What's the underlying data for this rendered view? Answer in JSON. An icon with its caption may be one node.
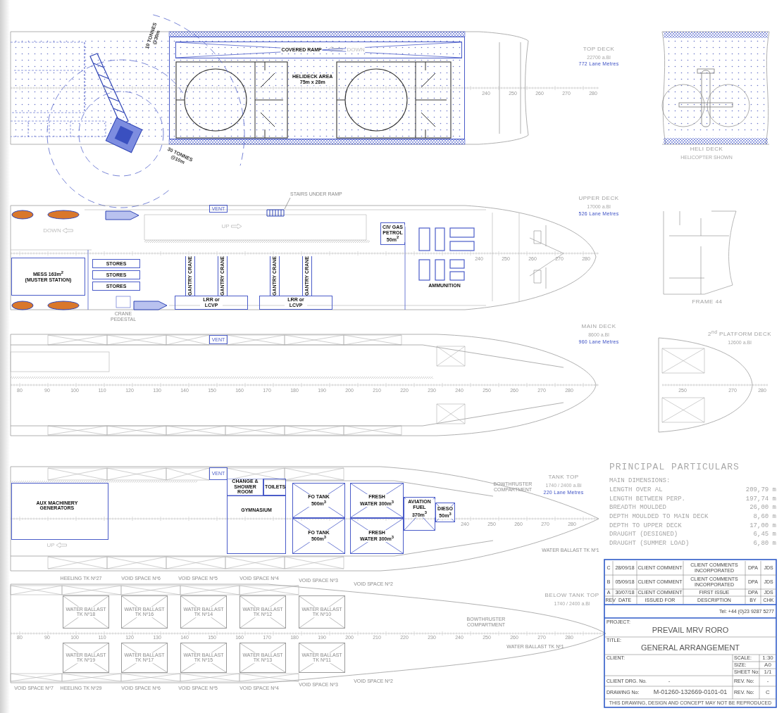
{
  "diagram": {
    "nodes": [
      {
        "text": [
          "HELIDECK AREA 75m x 28m"
        ]
      },
      {
        "text": [
          "COVERED RAMP",
          "DOWN"
        ],
        "in": 0
      },
      {
        "text": [
          "MESS 163m$^{2}$ (MUSTER STATION)"
        ]
      },
      {
        "text": [
          "STORES"
        ]
      },
      {
        "text": [
          "STORES"
        ]
      },
      {
        "text": [
          "STORES"
        ]
      },
      {
        "text": [
          "GANTRY CRANE"
        ]
      },
      {
        "text": [
          "GANTRY CRANE"
        ]
      },
      {
        "text": [
          "GANTRY CRANE"
        ]
      },
      {
        "text": [
          "GANTRY CRANE"
        ]
      },
      {
        "text": [
          "LRR or LCVP"
        ]
      },
      {
        "text": [
          "LRR or LCVP"
        ]
      },
      {
        "text": [
          "CIV GAS PETROL 50m$^{2}$"
        ]
      },
      {
        "text": [
          "VENT"
        ]
      },
      {
        "text": [
          "VENT"
        ]
      },
      {
        "text": [
          "VENT"
        ]
      },
      {
        "text": [
          "AUX MACHINERY GENERATORS"
        ]
      },
      {
        "text": [
          "CHANGE & SHOWER ROOM"
        ]
      },
      {
        "text": [
          "TOILETS"
        ]
      },
      {
        "text": [
          "GYMNASIUM"
        ]
      },
      {
        "text": [
          "FO TANK 500m$^{3}$"
        ]
      },
      {
        "text": [
          "FO TANK 500m$^{3}$"
        ]
      },
      {
        "text": [
          "FRESH WATER 300m$^{3}$"
        ]
      },
      {
        "text": [
          "FRESH WATER 300m$^{3}$"
        ]
      },
      {
        "text": [
          "AVIATION FUEL 370m$^{3}$"
        ]
      },
      {
        "text": [
          "DIESO 50m$^{3}$"
        ]
      },
      {
        "text": [
          "STAIRS UNDER RAMP"
        ]
      },
      {
        "text": [],
        "shape": "picture"
      },
      {
        "text": [
          "WATER BALLAST TK Nº18"
        ]
      },
      {
        "text": [
          "WATER BALLAST TK Nº16"
        ]
      },
      {
        "text": [
          "WATER BALLAST TK Nº14"
        ]
      },
      {
        "text": [
          "WATER BALLAST TK Nº12"
        ]
      },
      {
        "text": [
          "WATER BALLAST TK Nº10"
        ]
      },
      {
        "text": [
          "WATER BALLAST TK Nº19"
        ]
      },
      {
        "text": [
          "WATER BALLAST TK Nº17"
        ]
      },
      {
        "text": [
          "WATER BALLAST TK Nº15"
        ]
      },
      {
        "text": [
          "WATER BALLAST TK Nº13"
        ]
      },
      {
        "text": [
          "WATER BALLAST TK Nº11"
        ]
      }
    ],
    "edges": [
      {
        "from": 26,
        "to": 27,
        "arrow": "none"
      }
    ],
    "labels": [
      "10 TONNES @30m",
      "30 TONNES @10m",
      "240",
      "250",
      "260",
      "270",
      "280",
      "TOP DECK",
      "22700 a.Bl",
      "772 Lane Metres",
      "HELI DECK",
      "HELICOPTER SHOWN",
      "UPPER DECK",
      "17000 a.Bl",
      "526 Lane Metres",
      "DOWN",
      "UP",
      "240",
      "250",
      "260",
      "270",
      "280",
      "AMMUNITION",
      "CRANE PEDESTAL",
      "FRAME 44",
      "MAIN DECK",
      "8600 a.Bl",
      "960 Lane Metres",
      "2$^{nd}$ PLATFORM DECK",
      "12600 a.Bl",
      "80",
      "90",
      "100",
      "110",
      "120",
      "130",
      "140",
      "150",
      "160",
      "170",
      "180",
      "190",
      "200",
      "210",
      "220",
      "230",
      "240",
      "250",
      "260",
      "270",
      "280",
      "250",
      "270",
      "280",
      "TANK TOP",
      "1740 / 2400 a.Bl",
      "220 Lane Metres",
      "BOWTHRUSTER COMPARTMENT",
      "UP",
      "240",
      "250",
      "260",
      "270",
      "280",
      "WATER BALLAST TK Nº1",
      "PRINCIPAL PARTICULARS",
      "MAIN DIMENSIONS:",
      "LENGTH OVER AL",
      "209,79 m",
      "LENGTH BETWEEN PERP.",
      "197,74 m",
      "BREADTH MOULDED",
      "26,00 m",
      "DEPTH MOULDED TO MAIN DECK",
      "8,60 m",
      "DEPTH TO UPPER DECK",
      "17,00 m",
      "DRAUGHT (DESIGNED)",
      "6,45 m",
      "DRAUGHT (SUMMER LOAD)",
      "6,80 m",
      "HEELING TK Nº27",
      "VOID SPACE Nº6",
      "VOID SPACE Nº5",
      "VOID SPACE Nº4",
      "VOID SPACE Nº3",
      "VOID SPACE Nº2",
      "BELOW TANK TOP",
      "1740 / 2400 a.Bl",
      "BOWTHRUSTER COMPARTMENT",
      "WATER BALLAST TK Nº1",
      "80",
      "90",
      "100",
      "110",
      "120",
      "130",
      "140",
      "150",
      "160",
      "170",
      "180",
      "190",
      "200",
      "210",
      "220",
      "230",
      "240",
      "250",
      "260",
      "270",
      "280",
      "VOID SPACE Nº7",
      "HEELING TK Nº29",
      "VOID SPACE Nº6",
      "VOID SPACE Nº5",
      "VOID SPACE Nº4",
      "VOID SPACE Nº3",
      "VOID SPACE Nº2",
      "C",
      "28/09/18",
      "CLIENT COMMENT",
      "CLIENT COMMENTS INCORPORATED",
      "DPA",
      "JDS",
      "B",
      "05/09/18",
      "CLIENT COMMENT",
      "CLIENT COMMENTS INCORPORATED",
      "DPA",
      "JDS",
      "A",
      "30/07/18",
      "CLIENT COMMENT",
      "FIRST ISSUE",
      "DPA",
      "JDS",
      "REV",
      "DATE",
      "ISSUED FOR",
      "DESCRIPTION",
      "BY",
      "CHK",
      "Tel: +44 (0)23 9287 5277",
      "PROJECT:",
      "PREVAIL MRV RORO",
      "TITLE:",
      "GENERAL ARRANGEMENT",
      "CLIENT:",
      "SCALE:",
      "1:30",
      "SIZE:",
      "A0",
      "SHEET No:",
      "1/1",
      "CLIENT DRG. No.",
      "-",
      "REV. No:",
      "-",
      "DRAWING No:",
      "M-01260-132669-0101-01",
      "REV. No:",
      "C",
      "THIS DRAWING, DESIGN AND CONCEPT MAY NOT BE REPRODUCED"
    ]
  }
}
